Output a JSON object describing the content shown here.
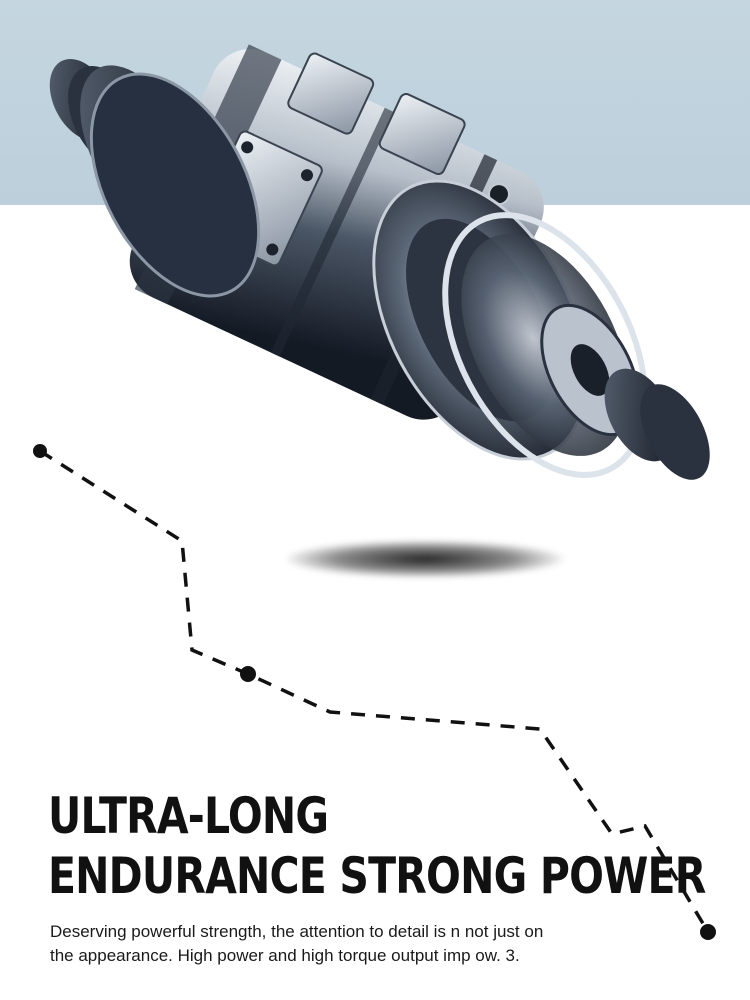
{
  "colors": {
    "band": "#c5d6e0",
    "background": "#ffffff",
    "metal_dark": "#1b2230",
    "metal_light": "#e9eef3",
    "line": "#111111"
  },
  "icons": {
    "product": "electric-motor-illustration",
    "route": "dashed-route-line"
  },
  "headline": {
    "line1": "ULTRA-LONG",
    "line2": "ENDURANCE STRONG POWER"
  },
  "body": {
    "text": "Deserving powerful strength, the attention to detail is n not just on the appearance. High power and high torque output imp ow. 3."
  }
}
